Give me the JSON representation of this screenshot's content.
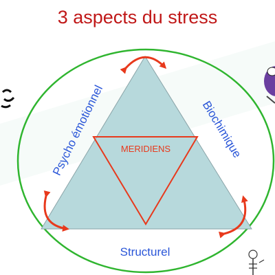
{
  "title": "3 aspects du stress",
  "sides": {
    "left": "Psycho émotionnel",
    "right": "Biochimique",
    "bottom": "Structurel"
  },
  "center": "MERIDIENS",
  "arrow_icons": [
    "curved-double-arrow-top",
    "curved-double-arrow-left",
    "curved-double-arrow-right"
  ],
  "colors": {
    "title": "#c01818",
    "side_labels": "#2a56d8",
    "circle": "#2fb52f",
    "triangle_fill": "#b7d9dc",
    "triangle_stroke": "#8aa4a8",
    "inner_triangle": "#e8391c",
    "arrows": "#e8391c",
    "watermark": "#e8f4f0"
  }
}
